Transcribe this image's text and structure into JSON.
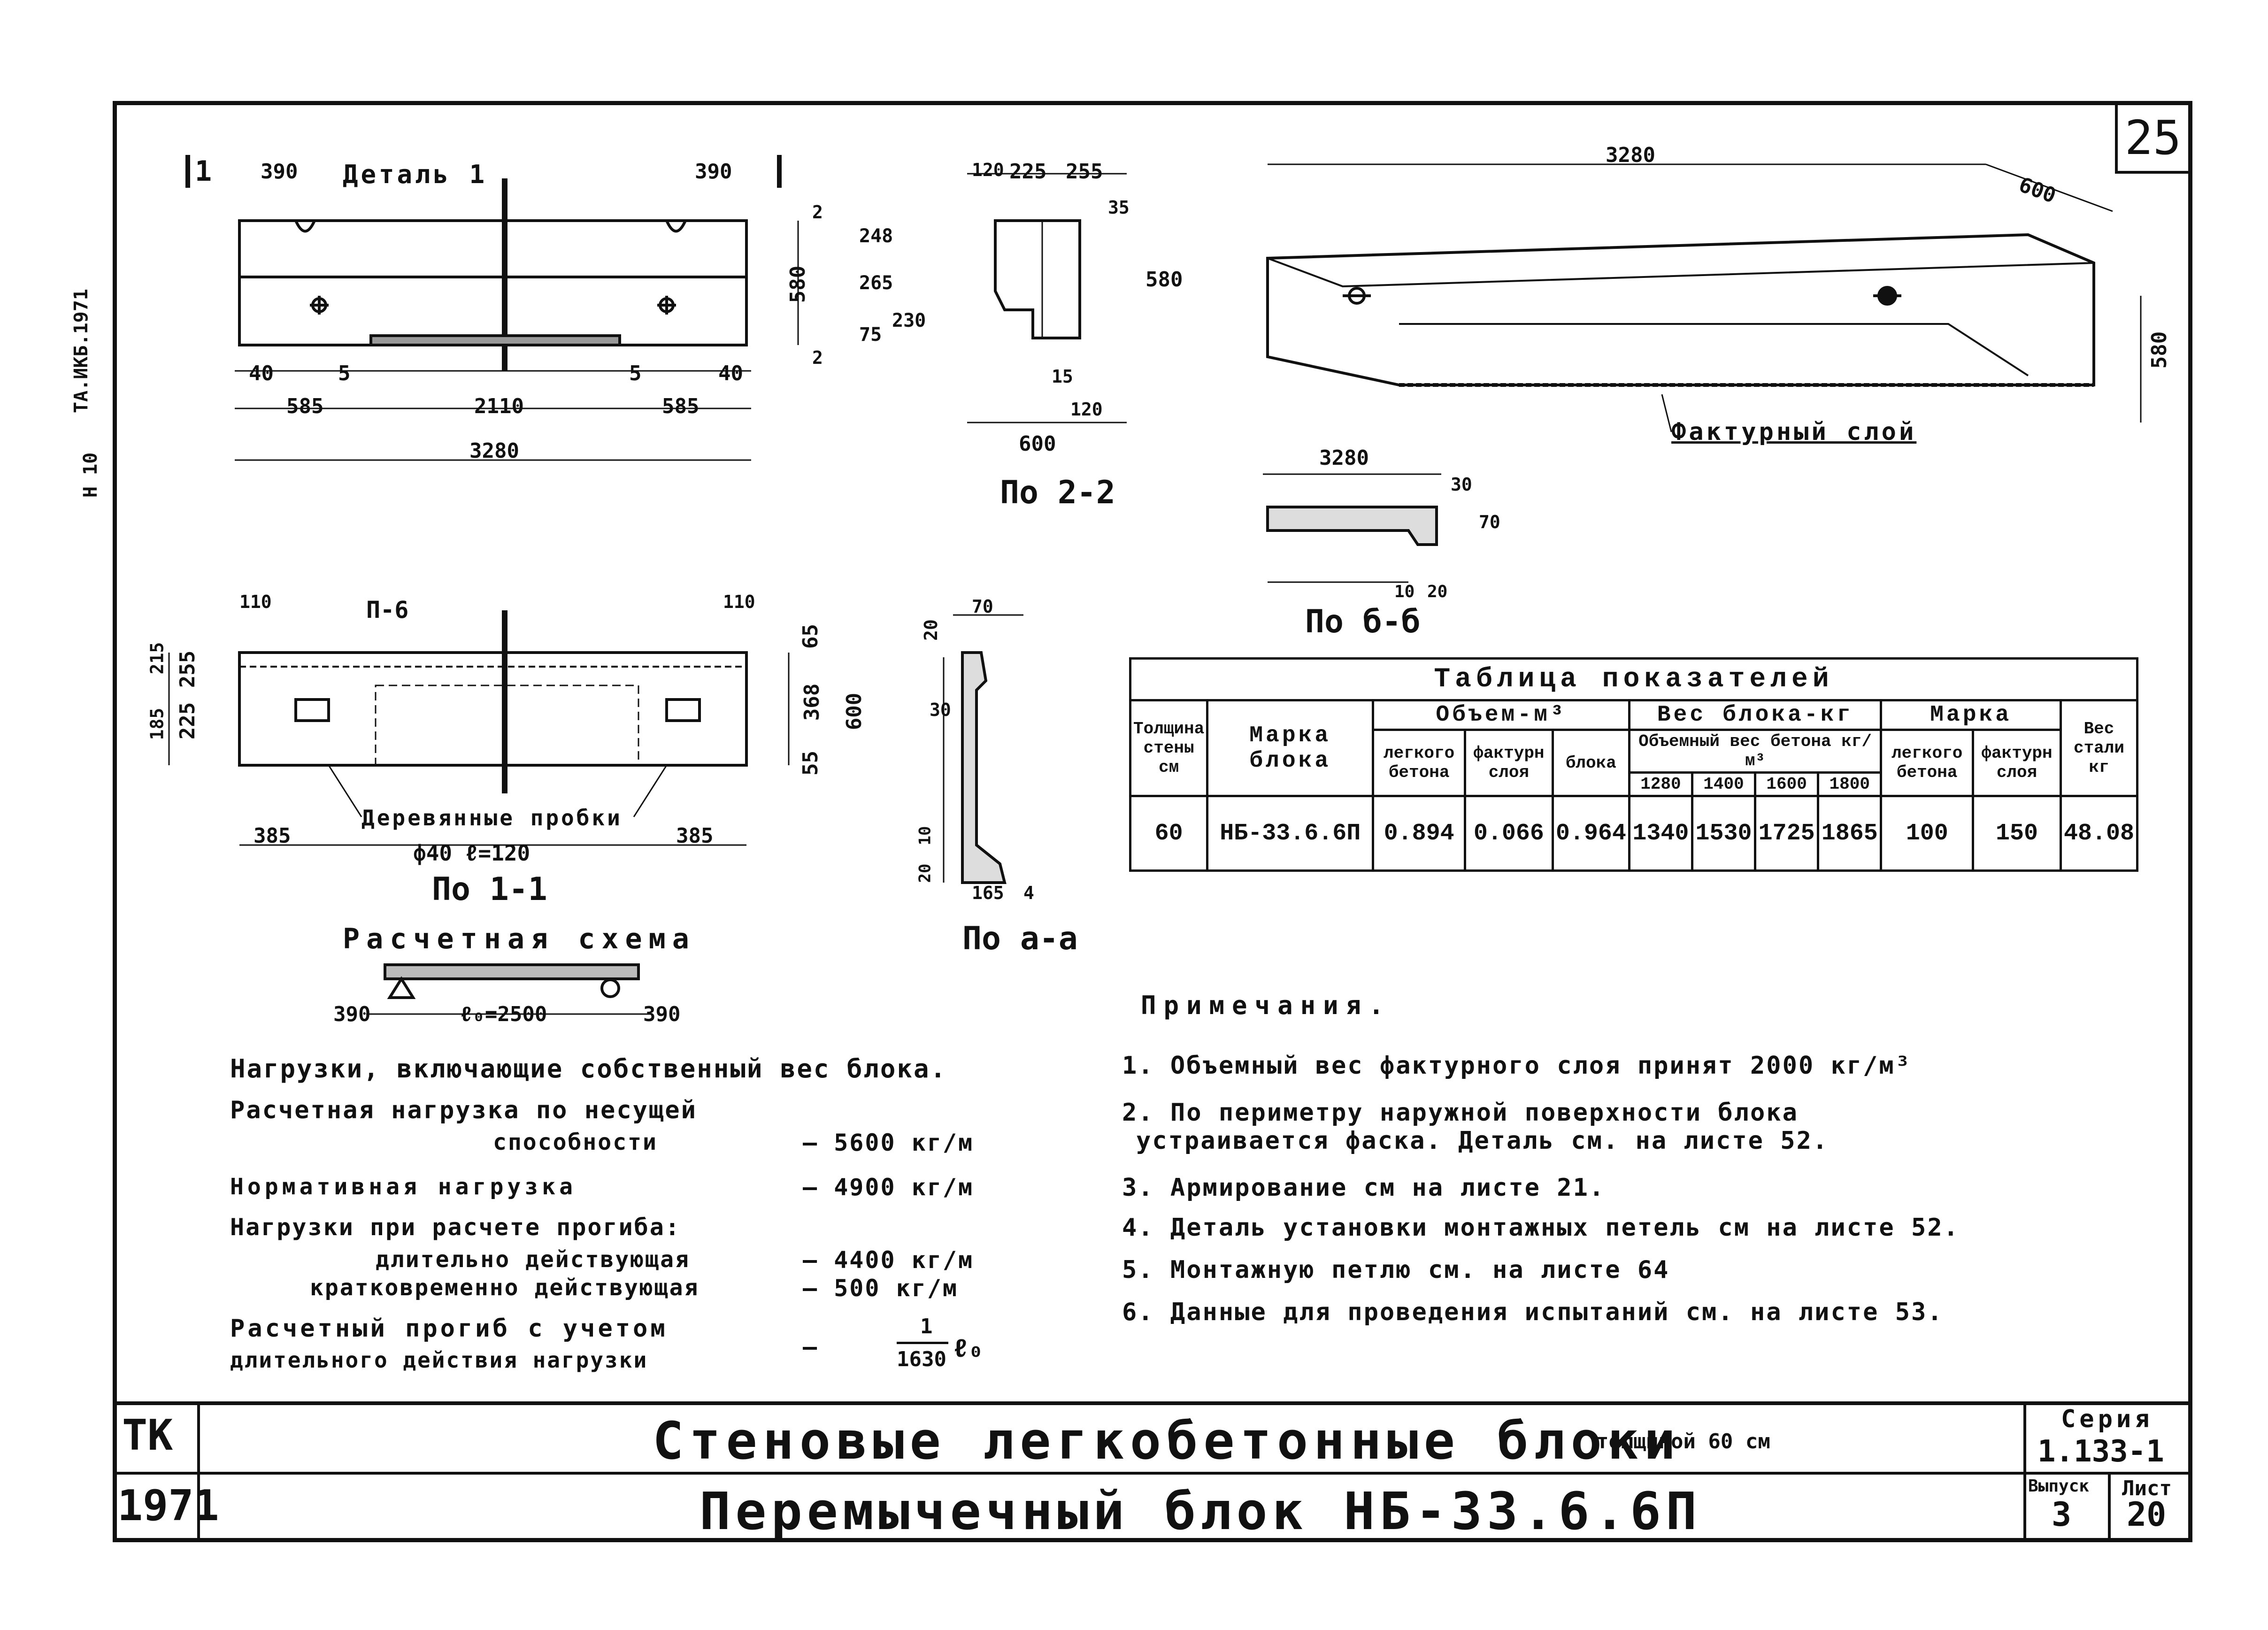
{
  "sheet_number": "25",
  "margin_stamp": "ТА.ИКБ.1971",
  "margin_code": "Н 10",
  "view_top": {
    "section_mark": "1",
    "detail_label": "Деталь 1",
    "dims": [
      "390",
      "390",
      "580",
      "40",
      "5",
      "5",
      "40",
      "585",
      "2110",
      "585",
      "3280",
      "2",
      "2"
    ]
  },
  "section_2_2": {
    "title": "По 2-2",
    "dims": [
      "120",
      "225",
      "255",
      "35",
      "248",
      "265",
      "75",
      "230",
      "580",
      "15",
      "120",
      "600"
    ]
  },
  "iso_view": {
    "dims": [
      "3280",
      "600",
      "580"
    ],
    "layer_label": "Фактурный слой"
  },
  "section_b_b": {
    "title": "По б-б",
    "dims": [
      "3280",
      "30",
      "70",
      "10",
      "20"
    ]
  },
  "plan_1_1": {
    "title": "По 1-1",
    "tag": "П-6",
    "dims": [
      "110",
      "110",
      "65",
      "368",
      "600",
      "55",
      "255",
      "215",
      "225",
      "185",
      "385",
      "385"
    ],
    "plugs_label": "Деревянные пробки",
    "plugs_size": "ф40 ℓ=120"
  },
  "section_a_a": {
    "title": "По а-а",
    "dims": [
      "20",
      "70",
      "30",
      "10",
      "20",
      "165",
      "4"
    ]
  },
  "scheme": {
    "title": "Расчетная схема",
    "left": "390",
    "span": "ℓ₀=2500",
    "right": "390"
  },
  "loads": {
    "heading": "Нагрузки, включающие собственный вес блока.",
    "rows": [
      {
        "label": "Расчетная нагрузка по несущей",
        "label2": "способности",
        "value": "— 5600 кг/м"
      },
      {
        "label": "Нормативная нагрузка",
        "value": "— 4900 кг/м"
      },
      {
        "label": "Нагрузки при расчете прогиба:",
        "value": ""
      },
      {
        "label": "длительно действующая",
        "value": "— 4400 кг/м"
      },
      {
        "label": "кратковременно действующая",
        "value": "— 500 кг/м"
      },
      {
        "label": "Расчетный прогиб с учетом",
        "label2": "длительного действия нагрузки",
        "value": "—",
        "frac_num": "1",
        "frac_den": "1630",
        "frac_var": "ℓ₀"
      }
    ]
  },
  "table": {
    "title": "Таблица показателей",
    "h_wall": "Толщина стены см",
    "h_mark": "Марка блока",
    "h_volume": "Объем-м³",
    "h_weight": "Вес блока-кг",
    "h_grade": "Марка",
    "h_steel": "Вес стали кг",
    "h_sub_light": "легкого бетона",
    "h_sub_fact": "фактурн слоя",
    "h_sub_block": "блока",
    "h_density": "Объемный вес бетона кг/м³",
    "densities": [
      "1280",
      "1400",
      "1600",
      "1800"
    ],
    "h_grade_light": "легкого бетона",
    "h_grade_fact": "фактурн слоя",
    "row": {
      "wall": "60",
      "mark": "НБ-33.6.6П",
      "v_light": "0.894",
      "v_fact": "0.066",
      "v_block": "0.964",
      "w1": "1340",
      "w2": "1530",
      "w3": "1725",
      "w4": "1865",
      "g_light": "100",
      "g_fact": "150",
      "steel": "48.08"
    }
  },
  "notes": {
    "title": "Примечания.",
    "items": [
      "1. Объемный вес фактурного слоя принят 2000 кг/м³",
      "2. По периметру наружной поверхности блока",
      "устраивается фаска. Деталь см. на листе 52.",
      "3. Армирование см на листе 21.",
      "4. Деталь установки монтажных петель см на листе 52.",
      "5. Монтажную петлю см. на листе 64",
      "6. Данные для проведения испытаний см. на листе 53."
    ]
  },
  "title_block": {
    "org": "ТК",
    "year": "1971",
    "title1": "Стеновые легкобетонные блоки",
    "title1_suffix": "толщиной 60 см",
    "title2": "Перемычечный блок НБ-33.6.6П",
    "series_label": "Серия",
    "series": "1.133-1",
    "issue_label": "Выпуск",
    "issue": "3",
    "sheet_label": "Лист",
    "sheet": "20"
  }
}
